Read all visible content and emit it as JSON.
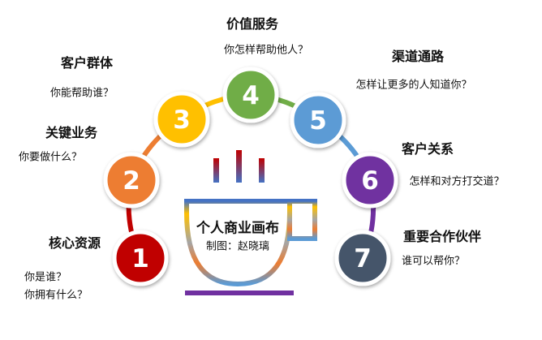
{
  "items": [
    {
      "num": "1",
      "title": "核心资源",
      "question": "你是谁？",
      "question2": "你拥有什么？",
      "color": "#C00000"
    },
    {
      "num": "2",
      "title": "关键业务",
      "question": "你要做什么？",
      "color": "#ED7D31"
    },
    {
      "num": "3",
      "title": "客户群体",
      "question": "你能帮助谁？",
      "color": "#FFC000"
    },
    {
      "num": "4",
      "title": "价值服务",
      "question": "你怎样帮助他人？",
      "color": "#70AD47"
    },
    {
      "num": "5",
      "title": "渠道通路",
      "question": "怎样让更多的人知道你？",
      "color": "#5B9BD5"
    },
    {
      "num": "6",
      "title": "客户关系",
      "question": "怎样和对方打交道？",
      "color": "#7030A0"
    },
    {
      "num": "7",
      "title": "重要合作伙伴",
      "question": "谁可以帮你？",
      "color": "#44546A"
    }
  ],
  "center": {
    "title": "个人商业画布",
    "author": "制图：赵晓璃"
  }
}
